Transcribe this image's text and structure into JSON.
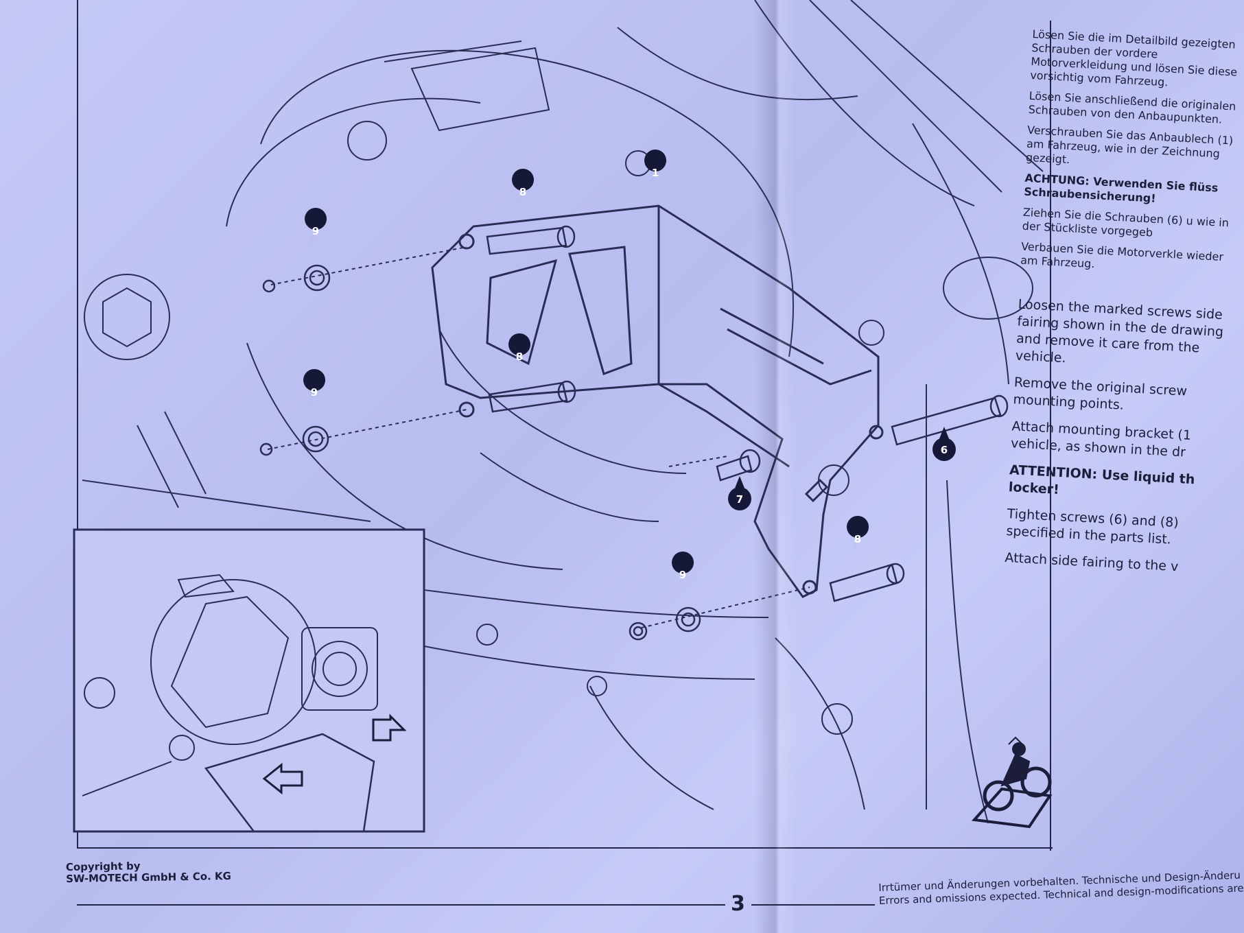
{
  "instructions": {
    "de": [
      {
        "text": "Lösen Sie die im Detailbild gezeigten Schrauben der vordere Motorverkleidung und lösen Sie diese vorsichtig vom Fahrzeug."
      },
      {
        "text": "Lösen Sie anschließend die originalen Schrauben von den Anbaupunkten."
      },
      {
        "text": "Verschrauben Sie das Anbaublech (1) am Fahrzeug, wie in der Zeichnung gezeigt."
      },
      {
        "text": "ACHTUNG: Verwenden Sie flüss Schraubensicherung!",
        "warning": true
      },
      {
        "text": "Ziehen Sie die Schrauben (6) u wie in der Stückliste vorgegeb"
      },
      {
        "text": "Verbauen Sie die Motorverkle wieder am Fahrzeug."
      }
    ],
    "en": [
      {
        "text": "Loosen the marked screws side fairing shown in the de drawing and remove it care from the vehicle."
      },
      {
        "text": "Remove the original screw mounting points."
      },
      {
        "text": "Attach mounting bracket (1 vehicle, as shown in the dr"
      },
      {
        "text": "ATTENTION: Use liquid th locker!",
        "warning": true
      },
      {
        "text": "Tighten screws (6) and (8) specified in the parts list."
      },
      {
        "text": "Attach side fairing to the v"
      }
    ]
  },
  "callouts": {
    "c1": "1",
    "c6": "6",
    "c7": "7",
    "c8a": "8",
    "c8b": "8",
    "c8c": "8",
    "c9a": "9",
    "c9b": "9",
    "c9c": "9"
  },
  "footer": {
    "copyright_line1": "Copyright by",
    "copyright_line2": "SW-MOTECH GmbH & Co. KG",
    "page_number": "3",
    "disclaimer_de": "Irrtümer und Änderungen vorbehalten. Technische und Design-Änderu",
    "disclaimer_en": "Errors and omissions expected. Technical and design-modifications are s"
  },
  "icons": [
    "motorcycle-logo-icon",
    "arrow-left-icon"
  ],
  "colors": {
    "paper": "#c0c5f4",
    "ink": "#22244a"
  }
}
